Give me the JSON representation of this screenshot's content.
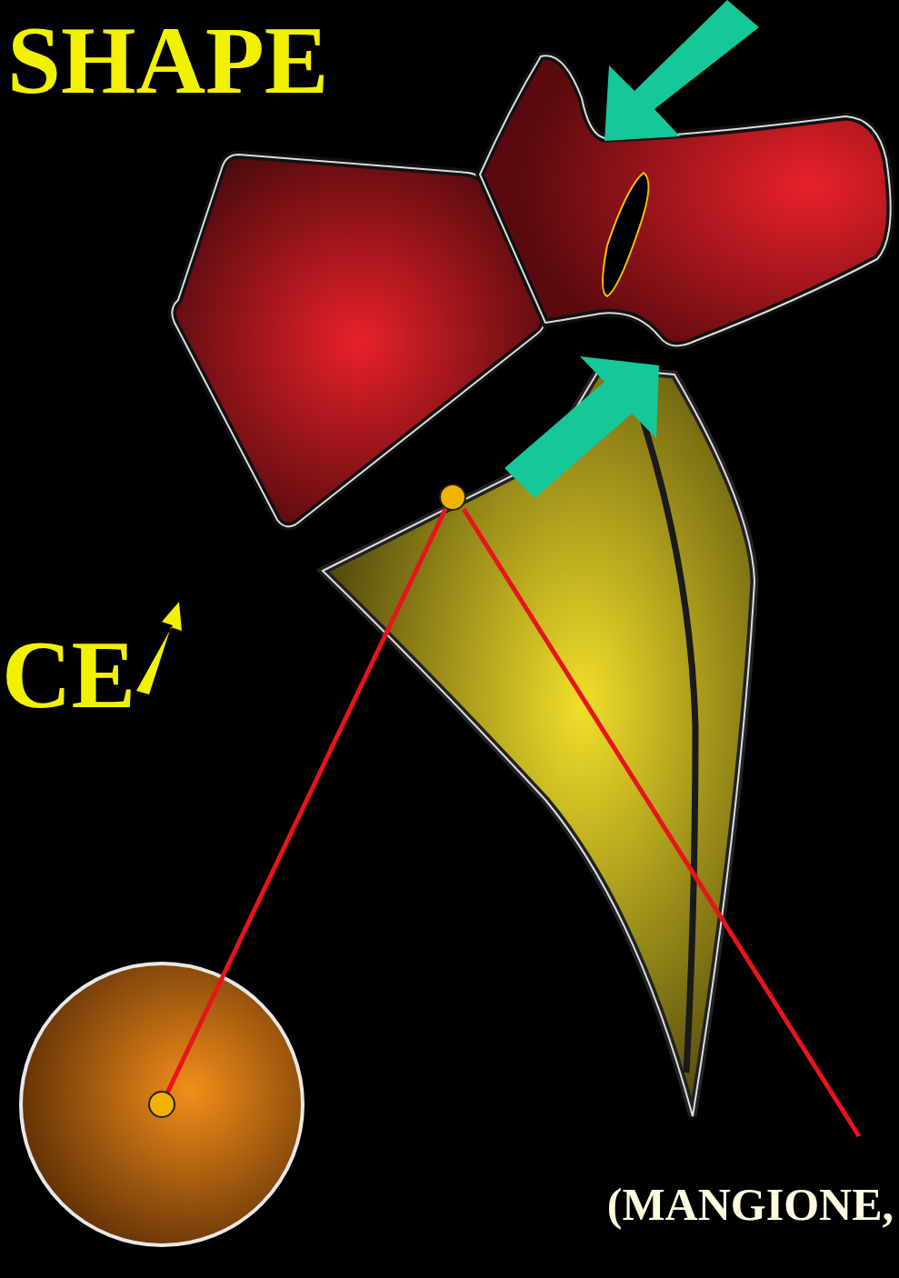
{
  "diagram": {
    "labels": [
      "SHAPE",
      "CE",
      "(MANGIONE,"
    ]
  }
}
